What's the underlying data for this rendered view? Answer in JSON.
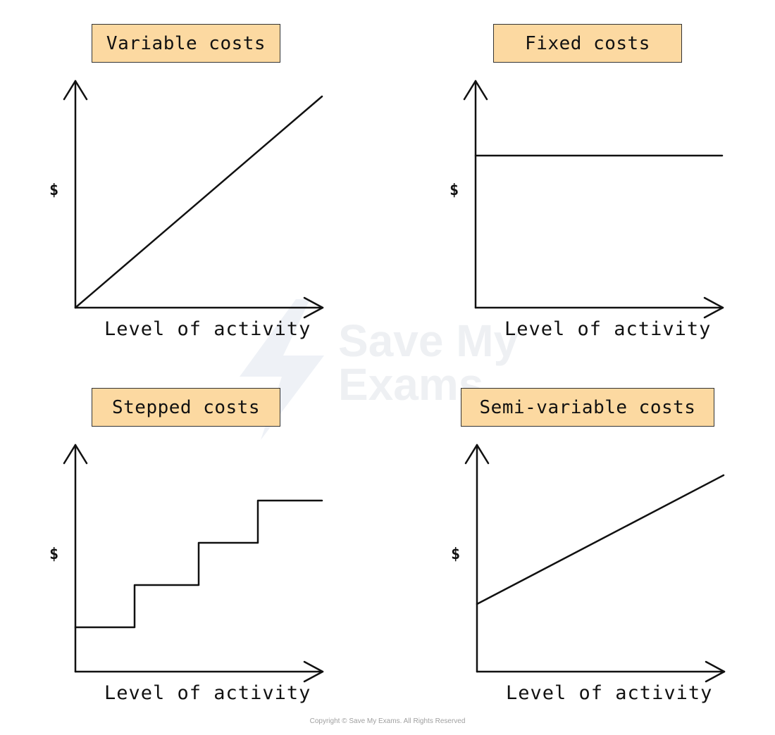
{
  "chart_data": [
    {
      "type": "line",
      "title": "Variable costs",
      "ylabel": "$",
      "xlabel": "Level of activity",
      "x": [
        0,
        1
      ],
      "y": [
        0,
        1
      ]
    },
    {
      "type": "line",
      "title": "Fixed costs",
      "ylabel": "$",
      "xlabel": "Level of activity",
      "x": [
        0,
        1
      ],
      "y": [
        0.72,
        0.72
      ]
    },
    {
      "type": "line",
      "title": "Stepped costs",
      "ylabel": "$",
      "xlabel": "Level of activity",
      "x": [
        0,
        0.24,
        0.24,
        0.5,
        0.5,
        0.74,
        0.74,
        1
      ],
      "y": [
        0.21,
        0.21,
        0.41,
        0.41,
        0.61,
        0.61,
        0.81,
        0.81
      ]
    },
    {
      "type": "line",
      "title": "Semi-variable costs",
      "ylabel": "$",
      "xlabel": "Level of activity",
      "x": [
        0,
        1
      ],
      "y": [
        0.32,
        0.93
      ]
    }
  ],
  "watermark": {
    "text": "Save My\nExams"
  },
  "footer": {
    "copyright": "Copyright © Save My Exams. All Rights Reserved"
  },
  "colors": {
    "title_fill": "#fcd9a1",
    "line": "#111111",
    "watermark": "#eef0f3"
  }
}
